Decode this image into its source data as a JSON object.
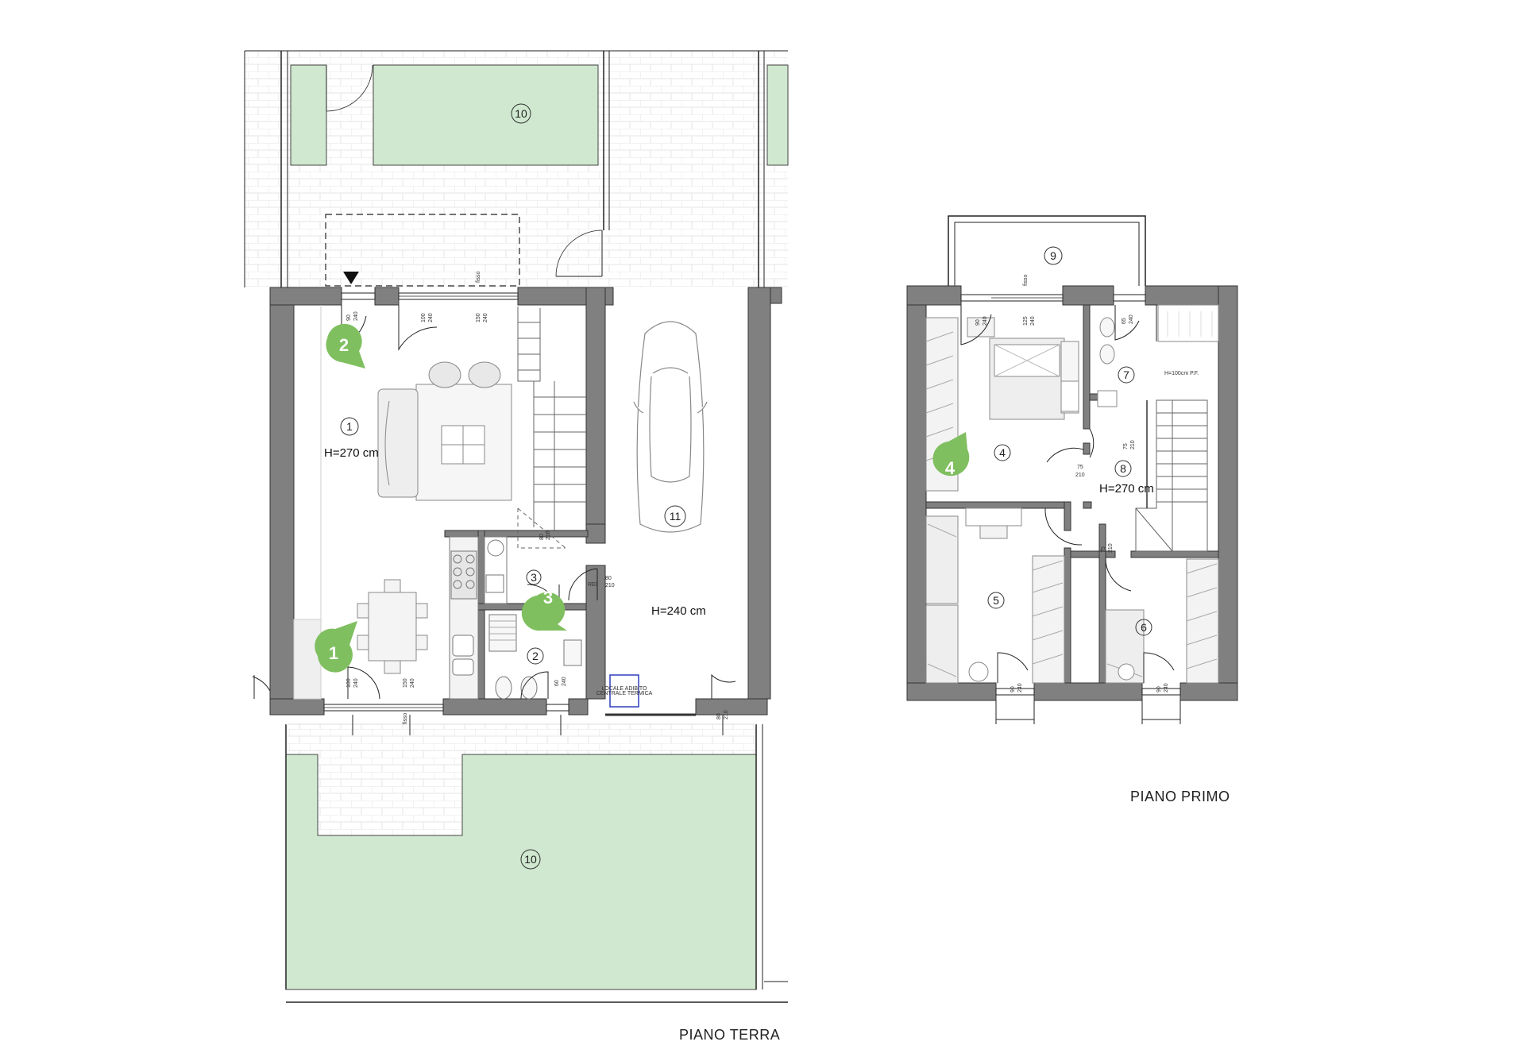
{
  "titles": {
    "ground_floor": "PIANO TERRA",
    "first_floor": "PIANO PRIMO"
  },
  "colors": {
    "wall": "#808080",
    "garden": "#cfe8cf",
    "marker": "#7fbf5f",
    "paving_line": "#e4e4e4",
    "boiler": "#2f3fbf"
  },
  "ground_floor": {
    "rooms": {
      "r1": "1",
      "r2": "2",
      "r3": "3",
      "r10_top": "10",
      "r10_bottom": "10",
      "r11": "11"
    },
    "heights": {
      "living": "H=270 cm",
      "garage": "H=240 cm"
    },
    "markers": {
      "m1": "1",
      "m2": "2",
      "m3": "3"
    },
    "labels": {
      "rei": "REI",
      "boiler_line1": "LOCALE ADIBITO",
      "boiler_line2": "CENTRALE TERMICA"
    },
    "dims": [
      {
        "id": "d1",
        "top": "90",
        "bottom": "240"
      },
      {
        "id": "d2",
        "top": "100",
        "bottom": "240"
      },
      {
        "id": "d3",
        "top": "150",
        "bottom": "240"
      },
      {
        "id": "d4",
        "top": "80",
        "bottom": "210"
      },
      {
        "id": "d5",
        "top": "80",
        "bottom": "210"
      },
      {
        "id": "d6",
        "top": "100",
        "bottom": "240"
      },
      {
        "id": "d7",
        "top": "150",
        "bottom": "240"
      },
      {
        "id": "d8",
        "top": "60",
        "bottom": "240"
      },
      {
        "id": "d9",
        "top": "80",
        "bottom": "210"
      }
    ],
    "fisso": "fisso"
  },
  "first_floor": {
    "rooms": {
      "r4": "4",
      "r5": "5",
      "r6": "6",
      "r7": "7",
      "r8": "8",
      "r9": "9"
    },
    "heights": {
      "landing": "H=270 cm"
    },
    "markers": {
      "m4": "4"
    },
    "labels": {
      "window_height": "H=100cm P.F."
    },
    "dims": [
      {
        "id": "f1",
        "top": "90",
        "bottom": "240"
      },
      {
        "id": "f2",
        "top": "125",
        "bottom": "240"
      },
      {
        "id": "f3",
        "top": "65",
        "bottom": "240"
      },
      {
        "id": "f4",
        "top": "75",
        "bottom": "210"
      },
      {
        "id": "f5",
        "top": "75",
        "bottom": "210"
      },
      {
        "id": "f6",
        "top": "75",
        "bottom": "210"
      },
      {
        "id": "f7",
        "top": "90",
        "bottom": "240"
      },
      {
        "id": "f8",
        "top": "90",
        "bottom": "240"
      }
    ],
    "fisso": "fisso"
  }
}
